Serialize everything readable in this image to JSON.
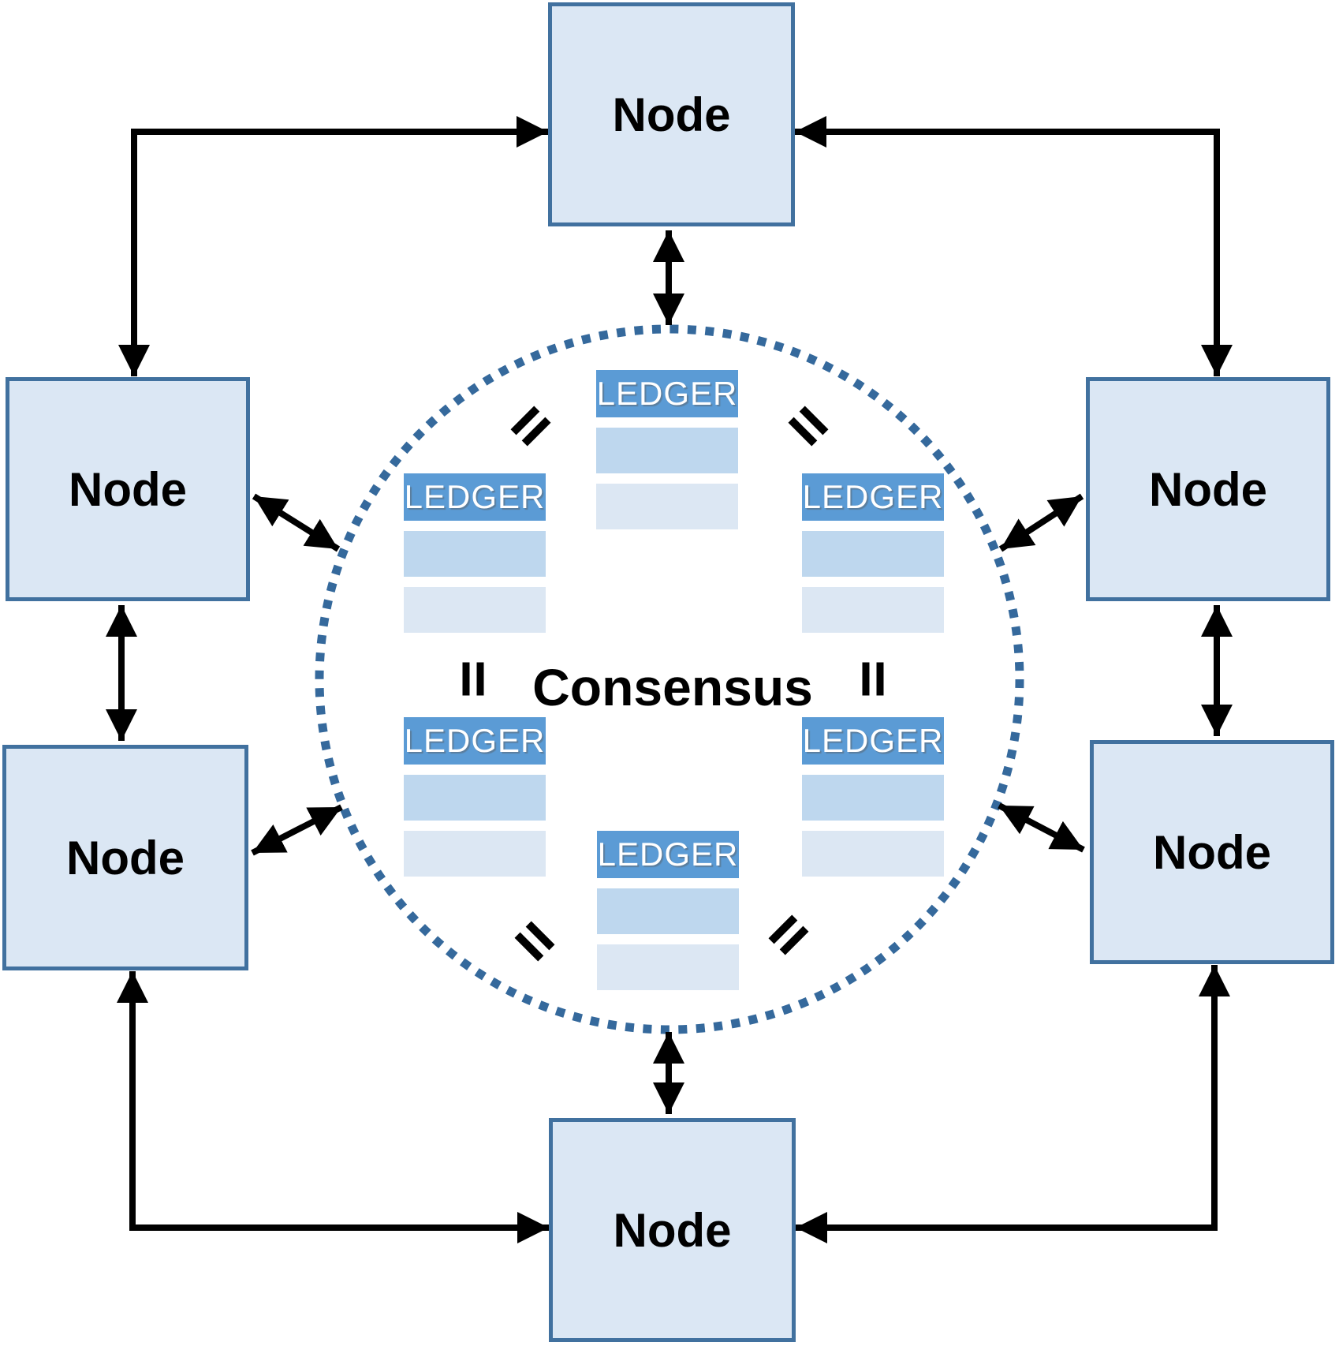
{
  "diagram": {
    "consensus_label": "Consensus",
    "node_label": "Node",
    "ledger_label": "LEDGER",
    "equals_symbol": "=",
    "colors": {
      "background": "#ffffff",
      "node_fill": "#dbe7f4",
      "node_border": "#41719f",
      "ledger_header_fill": "#5b9bd5",
      "ledger_header_text": "#ffffff",
      "ledger_row_mid": "#bed7ee",
      "ledger_row_light": "#dce7f3",
      "consensus_circle_dotted": "#35699c",
      "arrows_and_text": "#000000"
    }
  },
  "nodes": [
    {
      "position": "top",
      "label": "Node"
    },
    {
      "position": "upper-left",
      "label": "Node"
    },
    {
      "position": "upper-right",
      "label": "Node"
    },
    {
      "position": "lower-left",
      "label": "Node"
    },
    {
      "position": "lower-right",
      "label": "Node"
    },
    {
      "position": "bottom",
      "label": "Node"
    }
  ],
  "ledgers": [
    {
      "position": "top",
      "label": "LEDGER"
    },
    {
      "position": "upper-left",
      "label": "LEDGER"
    },
    {
      "position": "upper-right",
      "label": "LEDGER"
    },
    {
      "position": "lower-left",
      "label": "LEDGER"
    },
    {
      "position": "lower-right",
      "label": "LEDGER"
    },
    {
      "position": "bottom",
      "label": "LEDGER"
    }
  ]
}
